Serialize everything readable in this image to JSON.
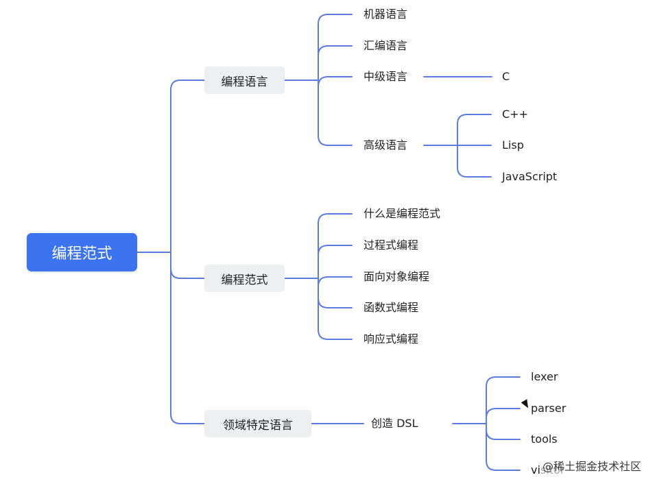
{
  "root": {
    "label": "编程范式"
  },
  "branches": [
    {
      "label": "编程语言",
      "children": [
        {
          "label": "机器语言"
        },
        {
          "label": "汇编语言"
        },
        {
          "label": "中级语言",
          "children": [
            {
              "label": "C"
            }
          ]
        },
        {
          "label": "高级语言",
          "children": [
            {
              "label": "C++"
            },
            {
              "label": "Lisp"
            },
            {
              "label": "JavaScript"
            }
          ]
        }
      ]
    },
    {
      "label": "编程范式",
      "children": [
        {
          "label": "什么是编程范式"
        },
        {
          "label": "过程式编程"
        },
        {
          "label": "面向对象编程"
        },
        {
          "label": "函数式编程"
        },
        {
          "label": "响应式编程"
        }
      ]
    },
    {
      "label": "领域特定语言",
      "children": [
        {
          "label": "创造 DSL",
          "children": [
            {
              "label": "lexer"
            },
            {
              "label": "parser"
            },
            {
              "label": "tools"
            },
            {
              "label": "visitor"
            }
          ]
        }
      ]
    }
  ],
  "watermark": "@稀土掘金技术社区",
  "colors": {
    "root_fill": "#3b73f0",
    "line": "#5b7be0",
    "branch_fill": "#eeeff1"
  }
}
